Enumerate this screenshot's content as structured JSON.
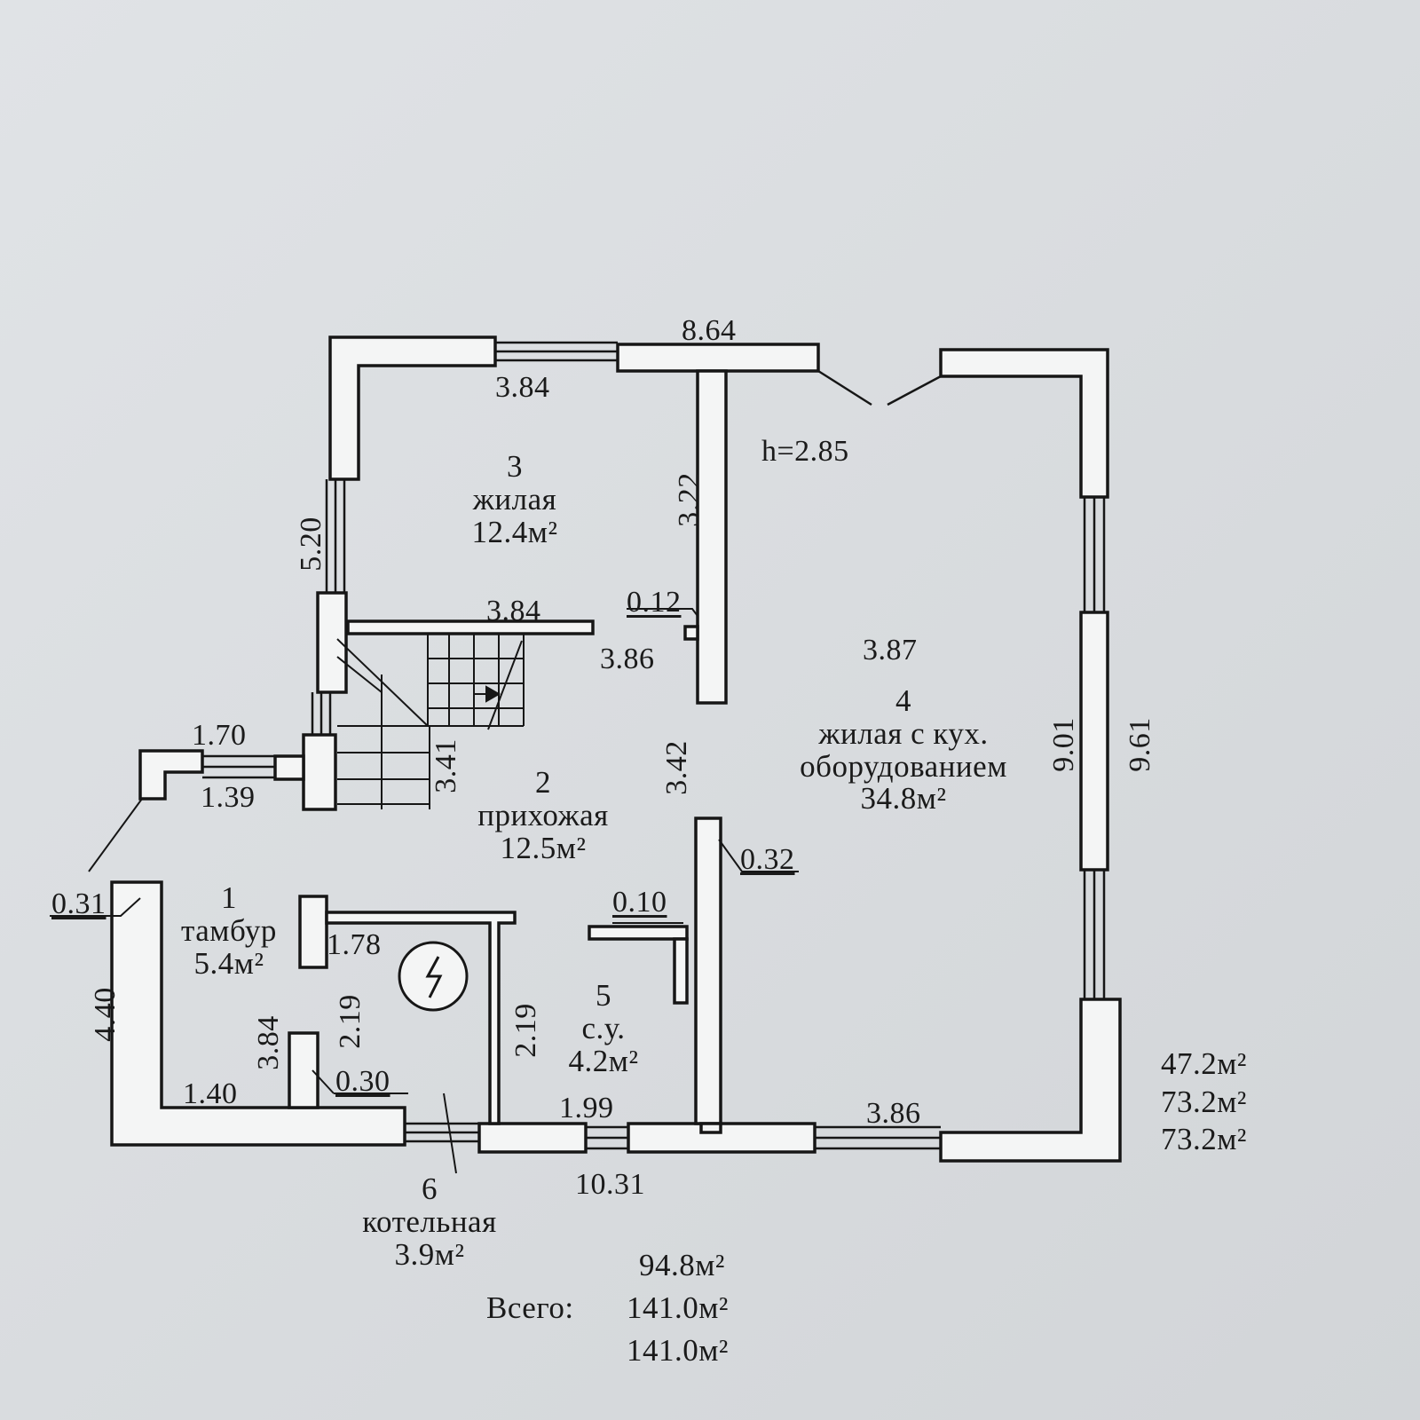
{
  "dimensions": {
    "top_total": "8.64",
    "top_window": "3.84",
    "height": "h=2.85",
    "room3_height": "3.22",
    "room3_left": "5.20",
    "stair_width": "3.84",
    "wall_thin": "0.12",
    "room2_width": "3.86",
    "room4_width": "3.87",
    "hall_height_a": "3.41",
    "hall_height_b": "3.42",
    "porch_top": "1.70",
    "porch_bottom": "1.39",
    "wall_031": "0.31",
    "wall_032": "0.32",
    "wall_010": "0.10",
    "tambur_width": "1.78",
    "tambur_left": "4.40",
    "tambur_inner": "3.84",
    "boiler_height": "2.19",
    "su_height": "2.19",
    "tambur_bottom": "1.40",
    "wall_030": "0.30",
    "su_width": "1.99",
    "bottom_right": "3.86",
    "bottom_total": "10.31",
    "right_inner": "9.01",
    "right_outer": "9.61"
  },
  "rooms": {
    "r3": {
      "num": "3",
      "name": "жилая",
      "area": "12.4м²"
    },
    "r2": {
      "num": "2",
      "name": "прихожая",
      "area": "12.5м²"
    },
    "r4": {
      "num": "4",
      "name_1": "жилая с кух.",
      "name_2": "оборудованием",
      "area": "34.8м²"
    },
    "r1": {
      "num": "1",
      "name": "тамбур",
      "area": "5.4м²"
    },
    "r5": {
      "num": "5",
      "name": "с.у.",
      "area": "4.2м²"
    },
    "r6": {
      "num": "6",
      "name": "котельная",
      "area": "3.9м²"
    }
  },
  "totals": {
    "side_1": "47.2м²",
    "side_2": "73.2м²",
    "side_3": "73.2м²",
    "bottom_1": "94.8м²",
    "label": "Всего:",
    "bottom_2": "141.0м²",
    "bottom_3": "141.0м²"
  },
  "colors": {
    "ink": "#161616",
    "paper": "#d9dcde",
    "wall_fill": "#f4f5f5"
  }
}
